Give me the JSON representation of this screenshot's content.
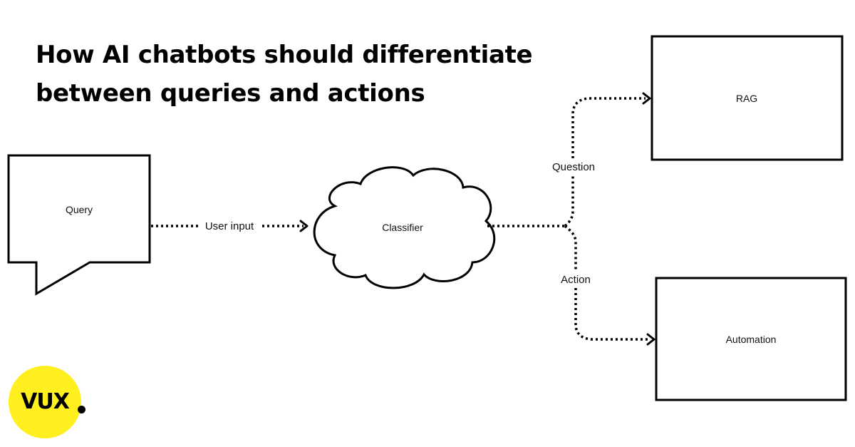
{
  "title": {
    "line1": "How AI chatbots should differentiate",
    "line2": "between queries and actions"
  },
  "nodes": {
    "query": "Query",
    "classifier": "Classifier",
    "rag": "RAG",
    "automation": "Automation"
  },
  "edges": {
    "user_input": "User input",
    "question": "Question",
    "action": "Action"
  },
  "logo": {
    "text": "VUX",
    "color": "#ffef1f"
  }
}
